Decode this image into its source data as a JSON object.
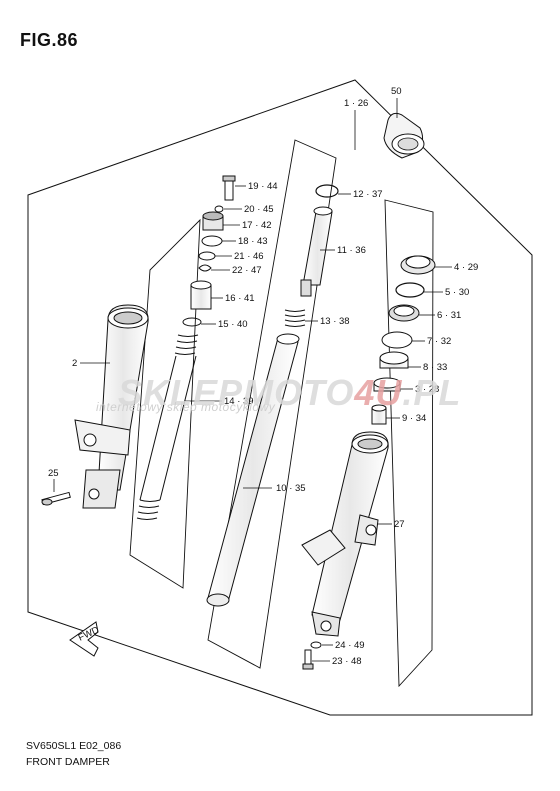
{
  "figure": {
    "title": "FIG.86",
    "model_code": "SV650SL1 E02_086",
    "caption": "FRONT DAMPER"
  },
  "watermark": {
    "brand_part1": "SKLEP",
    "brand_part2": "MOTO",
    "brand_part3": "4U",
    "brand_suffix": ".PL",
    "tagline": "internetowy sklep motocyklowy",
    "accent_color": "#e7a1a1"
  },
  "callouts": {
    "c50": "50",
    "c1_26": "1 · 26",
    "c19_44": "19 · 44",
    "c20_45": "20 · 45",
    "c17_42": "17 · 42",
    "c18_43": "18 · 43",
    "c21_46": "21 · 46",
    "c22_47": "22 · 47",
    "c16_41": "16 · 41",
    "c15_40": "15 · 40",
    "c12_37": "12 · 37",
    "c11_36": "11 · 36",
    "c13_38": "13 · 38",
    "c4_29": "4 · 29",
    "c5_30": "5 · 30",
    "c6_31": "6 · 31",
    "c7_32": "7 · 32",
    "c8_33": "8 · 33",
    "c3_28": "3 · 28",
    "c9_34": "9 · 34",
    "c2": "2",
    "c14_39": "14 · 39",
    "c10_35": "10 · 35",
    "c25": "25",
    "c27": "27",
    "c24_49": "24 · 49",
    "c23_48": "23 · 48",
    "fwd": "FWD"
  }
}
